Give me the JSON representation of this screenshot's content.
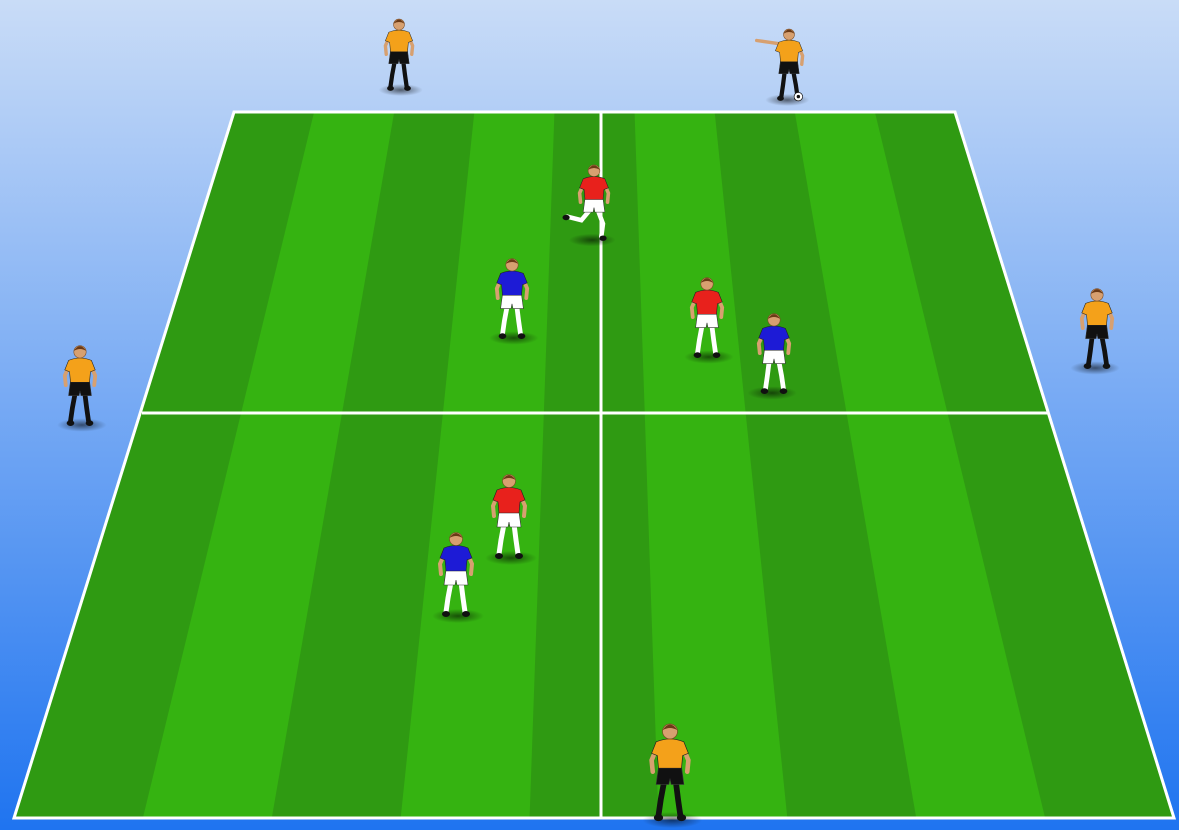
{
  "diagram": {
    "type": "soccer-drill",
    "colors": {
      "sky_top": "#c9dcf7",
      "sky_bottom": "#1f74f0",
      "grass_dark": "#2f9a12",
      "grass_light": "#35b311",
      "line": "#ffffff",
      "team_red": "#e8211c",
      "team_blue": "#1d1bd6",
      "neutral": "#f4a11a",
      "shorts_white": "#ffffff",
      "shorts_black": "#111111"
    },
    "players": [
      {
        "id": "neutral-top-left",
        "team": "neutral",
        "shirt": "#f4a11a",
        "shorts": "#111111"
      },
      {
        "id": "neutral-top-right-with-ball",
        "team": "neutral",
        "shirt": "#f4a11a",
        "shorts": "#111111",
        "has_ball": true
      },
      {
        "id": "neutral-left",
        "team": "neutral",
        "shirt": "#f4a11a",
        "shorts": "#111111"
      },
      {
        "id": "neutral-right",
        "team": "neutral",
        "shirt": "#f4a11a",
        "shorts": "#111111"
      },
      {
        "id": "neutral-bottom",
        "team": "neutral",
        "shirt": "#f4a11a",
        "shorts": "#111111"
      },
      {
        "id": "red-top-center",
        "team": "red",
        "shirt": "#e8211c",
        "shorts": "#ffffff"
      },
      {
        "id": "blue-top-left",
        "team": "blue",
        "shirt": "#1d1bd6",
        "shorts": "#ffffff"
      },
      {
        "id": "red-top-right",
        "team": "red",
        "shirt": "#e8211c",
        "shorts": "#ffffff"
      },
      {
        "id": "blue-top-right",
        "team": "blue",
        "shirt": "#1d1bd6",
        "shorts": "#ffffff"
      },
      {
        "id": "red-bottom-left",
        "team": "red",
        "shirt": "#e8211c",
        "shorts": "#ffffff"
      },
      {
        "id": "blue-bottom-left",
        "team": "blue",
        "shirt": "#1d1bd6",
        "shorts": "#ffffff"
      }
    ]
  }
}
